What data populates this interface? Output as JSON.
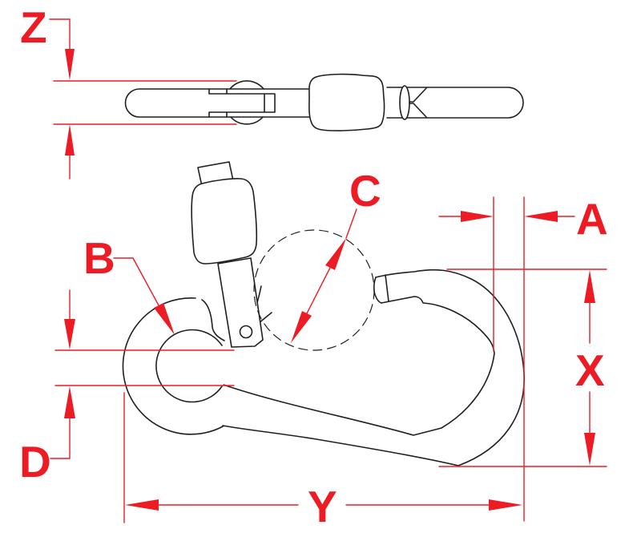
{
  "labels": {
    "z": "Z",
    "b": "B",
    "d": "D",
    "c": "C",
    "a": "A",
    "x": "X",
    "y": "Y"
  },
  "colors": {
    "dimension": "#ed1c24",
    "line": "#1f1f1f",
    "background": "#ffffff"
  }
}
